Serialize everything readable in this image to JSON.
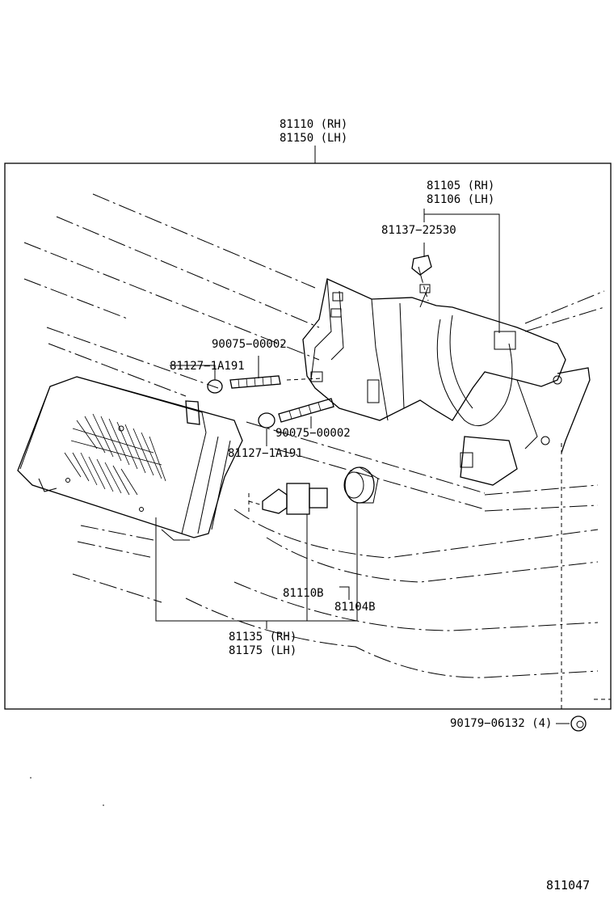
{
  "diagram": {
    "part_numbers": {
      "headlamp_assy_rh": "81110 (RH)",
      "headlamp_assy_lh": "81150 (LH)",
      "bracket_rh": "81105 (RH)",
      "bracket_lh": "81106 (LH)",
      "clip": "81137−22530",
      "screw_upper": "90075−00002",
      "retainer_upper": "81127−1A191",
      "screw_lower": "90075−00002",
      "retainer_lower": "81127−1A191",
      "bulb": "81110B",
      "bulb_socket": "81104B",
      "lens_rh": "81135 (RH)",
      "lens_lh": "81175 (LH)",
      "nut": "90179−06132 (4)"
    },
    "figure_number": "811047"
  }
}
